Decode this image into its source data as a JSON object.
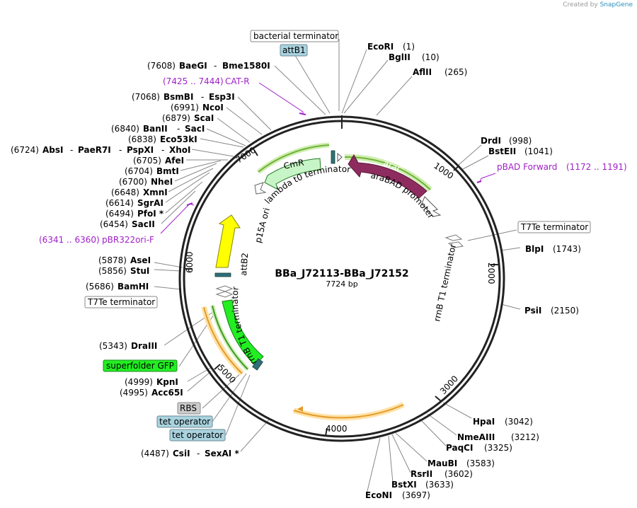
{
  "credit": {
    "prefix": "Created by",
    "brand": "SnapGene"
  },
  "plasmid": {
    "name": "BBa_J72113-BBa_J72152",
    "size_label": "7724 bp",
    "length": 7724
  },
  "ticks": [
    "1000",
    "2000",
    "3000",
    "4000",
    "5000",
    "6000",
    "7000"
  ],
  "enzymes_right": [
    {
      "name": "EcoRI",
      "pos": "(1)"
    },
    {
      "name": "BglII",
      "pos": "(10)"
    },
    {
      "name": "AflII",
      "pos": "(265)"
    },
    {
      "name": "DrdI",
      "pos": "(998)"
    },
    {
      "name": "BstEII",
      "pos": "(1041)"
    },
    {
      "name": "BlpI",
      "pos": "(1743)"
    },
    {
      "name": "PsiI",
      "pos": "(2150)"
    },
    {
      "name": "HpaI",
      "pos": "(3042)"
    },
    {
      "name": "NmeAIII",
      "pos": "(3212)"
    },
    {
      "name": "PaqCI",
      "pos": "(3325)"
    },
    {
      "name": "MauBI",
      "pos": "(3583)"
    },
    {
      "name": "RsrII",
      "pos": "(3602)"
    },
    {
      "name": "BstXI",
      "pos": "(3633)"
    },
    {
      "name": "EcoNI",
      "pos": "(3697)"
    }
  ],
  "enzymes_left": [
    {
      "pos": "(7608)",
      "name": "BaeGI",
      "alt": "Bme1580I"
    },
    {
      "pos": "(7068)",
      "name": "BsmBI",
      "alt": "Esp3I"
    },
    {
      "pos": "(6991)",
      "name": "NcoI"
    },
    {
      "pos": "(6879)",
      "name": "ScaI"
    },
    {
      "pos": "(6840)",
      "name": "BanII",
      "alt": "SacI"
    },
    {
      "pos": "(6838)",
      "name": "Eco53kI"
    },
    {
      "pos": "(6724)",
      "name": "AbsI",
      "alt": "PaeR7I",
      "alt2": "PspXI",
      "alt3": "XhoI"
    },
    {
      "pos": "(6705)",
      "name": "AfeI"
    },
    {
      "pos": "(6704)",
      "name": "BmtI"
    },
    {
      "pos": "(6700)",
      "name": "NheI"
    },
    {
      "pos": "(6648)",
      "name": "XmnI"
    },
    {
      "pos": "(6614)",
      "name": "SgrAI"
    },
    {
      "pos": "(6494)",
      "name": "PfoI *"
    },
    {
      "pos": "(6454)",
      "name": "SacII"
    },
    {
      "pos": "(5878)",
      "name": "AseI"
    },
    {
      "pos": "(5856)",
      "name": "StuI"
    },
    {
      "pos": "(5686)",
      "name": "BamHI"
    },
    {
      "pos": "(5343)",
      "name": "DraIII"
    },
    {
      "pos": "(4999)",
      "name": "KpnI"
    },
    {
      "pos": "(4995)",
      "name": "Acc65I"
    },
    {
      "pos": "(4487)",
      "name": "CsiI",
      "alt": "SexAI *"
    }
  ],
  "primers": [
    {
      "range": "(7425 .. 7444)",
      "name": "CAT-R"
    },
    {
      "name": "pBAD Forward",
      "range": "(1172 .. 1191)"
    },
    {
      "range": "(6341 .. 6360)",
      "name": "pBR322ori-F"
    }
  ],
  "boxed_features": {
    "bacterial_terminator": "bacterial terminator",
    "attB1": "attB1",
    "t7te_right": "T7Te terminator",
    "t7te_left": "T7Te terminator",
    "superfolder_gfp": "superfolder GFP",
    "rbs": "RBS",
    "tet_operator_1": "tet operator",
    "tet_operator_2": "tet operator"
  },
  "arc_labels": {
    "arac": "araC",
    "arabad": "araBAD promoter",
    "cmr": "CmR",
    "lambda": "lambda t0 terminator",
    "p15a": "p15A ori",
    "attb2": "attB2",
    "rrnb_left": "rrnB T1 terminator",
    "rrnb_right": "rrnB T1 terminator"
  },
  "colors": {
    "arac": "#8e2c5f",
    "cmr": "#c8f5c8",
    "gfp": "#22ee22",
    "p15a": "#ffff00",
    "orange": "#f0a030",
    "primer": "#a020c8",
    "attb": "#2f6f7a",
    "attb1_bg": "#a9d3df",
    "gfp_bg": "#22ee22",
    "rbs_bg": "#cccccc",
    "tet_bg": "#a9d3df"
  }
}
